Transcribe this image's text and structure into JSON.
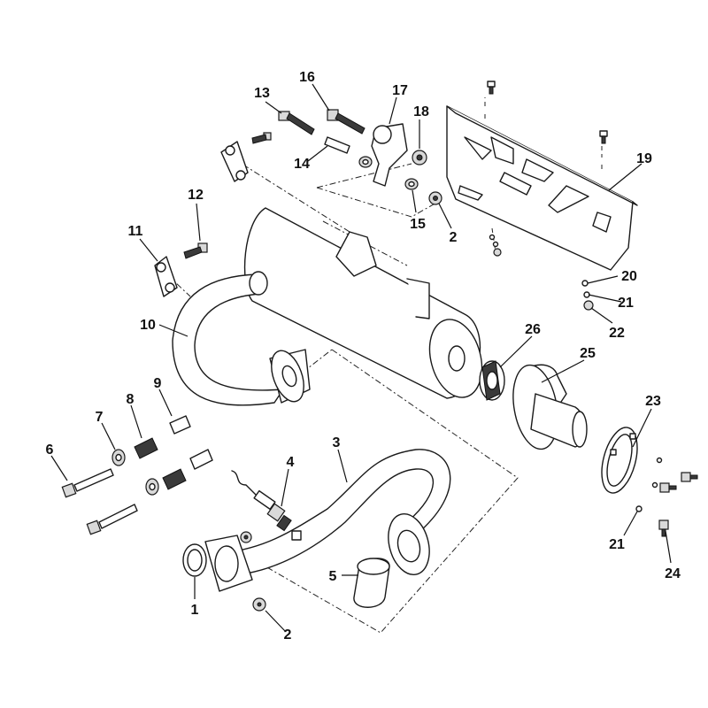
{
  "callouts": {
    "c1": "1",
    "c2a": "2",
    "c2b": "2",
    "c3": "3",
    "c4": "4",
    "c5": "5",
    "c6": "6",
    "c7": "7",
    "c8": "8",
    "c9": "9",
    "c10": "10",
    "c11": "11",
    "c12": "12",
    "c13": "13",
    "c14": "14",
    "c15": "15",
    "c16": "16",
    "c17": "17",
    "c18": "18",
    "c19": "19",
    "c20": "20",
    "c21a": "21",
    "c21b": "21",
    "c22": "22",
    "c23": "23",
    "c24": "24",
    "c25": "25",
    "c26": "26"
  }
}
